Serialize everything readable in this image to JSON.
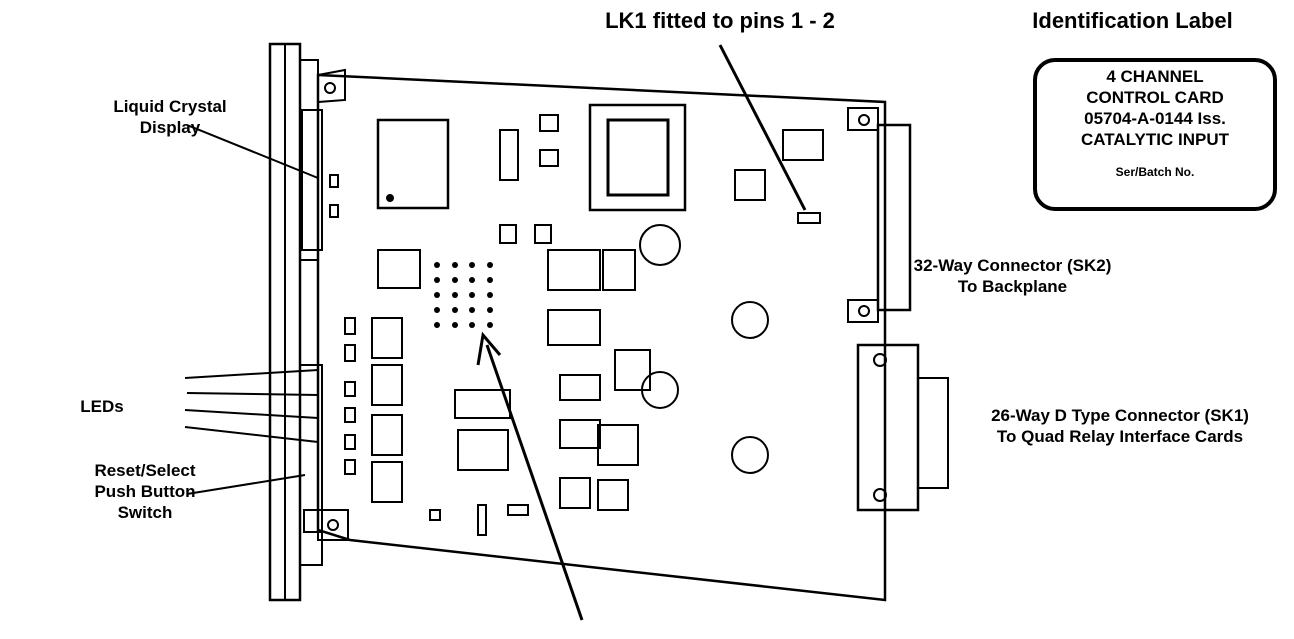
{
  "labels": {
    "lcd": [
      "Liquid Crystal",
      "Display"
    ],
    "leds": "LEDs",
    "reset": [
      "Reset/Select",
      "Push Button",
      "Switch"
    ],
    "lk1": "LK1 fitted to pins 1 - 2",
    "identification": "Identification Label",
    "connector_32": [
      "32-Way Connector (SK2)",
      "To Backplane"
    ],
    "connector_26": [
      "26-Way D Type Connector (SK1)",
      "To Quad Relay Interface Cards"
    ]
  },
  "id_label": {
    "lines": [
      "4 CHANNEL",
      "CONTROL CARD",
      "05704-A-0144   Iss.",
      "CATALYTIC INPUT"
    ],
    "serial": "Ser/Batch No."
  }
}
